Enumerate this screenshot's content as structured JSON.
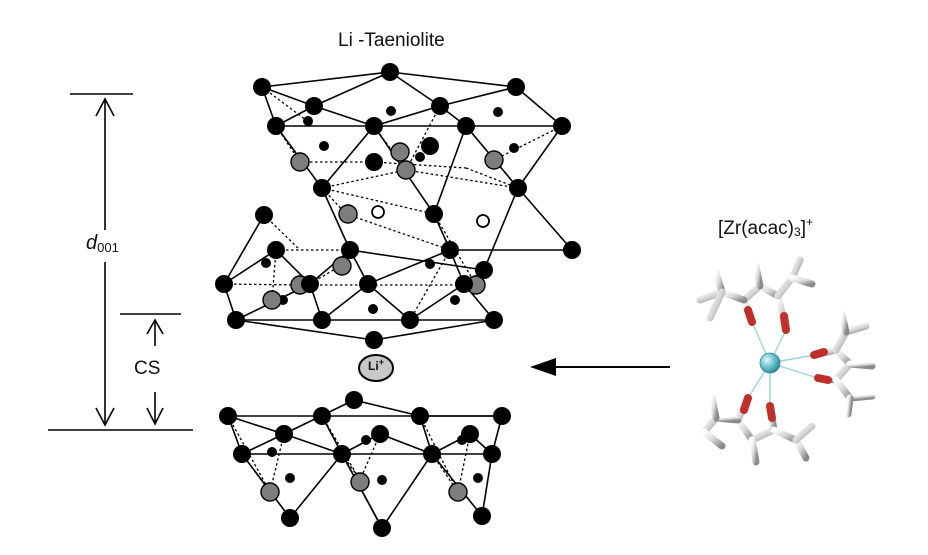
{
  "title": "Li -Taeniolite",
  "d_label": {
    "symbol": "d",
    "subscript": "001"
  },
  "cs_label": "CS",
  "li_ion": {
    "symbol": "Li",
    "charge": "+"
  },
  "complex_label": {
    "prefix": "[Zr(acac)",
    "subscript": "3",
    "suffix": "]",
    "charge": "+"
  },
  "colors": {
    "atom_black": "#000000",
    "atom_grey": "#808080",
    "zr_atom": "#6fc4cf",
    "oxygen": "#c0302a",
    "carbon": "#d4d4d4"
  },
  "icons": [
    "up-arrow",
    "down-arrow",
    "left-arrow",
    "zr-acac3-molecule"
  ]
}
